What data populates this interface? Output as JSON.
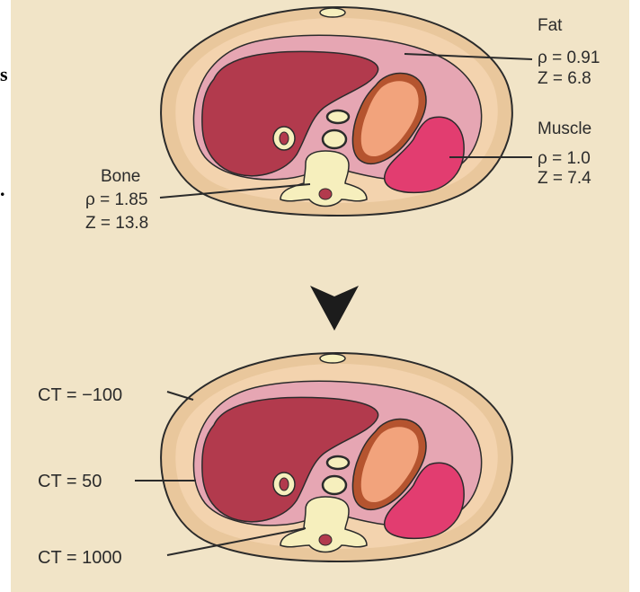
{
  "colors": {
    "background": "#f1e4c7",
    "skin": "#e9c79c",
    "fat": "#f3d3ae",
    "cavity": "#e6a6b3",
    "liver": "#b23a4d",
    "kidney_outer": "#b5542f",
    "kidney_inner": "#f2a37c",
    "muscle": "#e23d70",
    "bone": "#f6efbd",
    "line": "#2b2b2b"
  },
  "top_labels": {
    "fat": {
      "name": "Fat",
      "rho": "ρ = 0.91",
      "z": "Z = 6.8"
    },
    "muscle": {
      "name": "Muscle",
      "rho": "ρ = 1.0",
      "z": "Z = 7.4"
    },
    "bone": {
      "name": "Bone",
      "rho": "ρ = 1.85",
      "z": "Z = 13.8"
    }
  },
  "bottom_labels": {
    "fat_ct": "CT = −100",
    "muscle_ct": "CT = 50",
    "bone_ct": "CT = 1000"
  },
  "edge_fragments": {
    "top": "s",
    "bottom": "."
  }
}
